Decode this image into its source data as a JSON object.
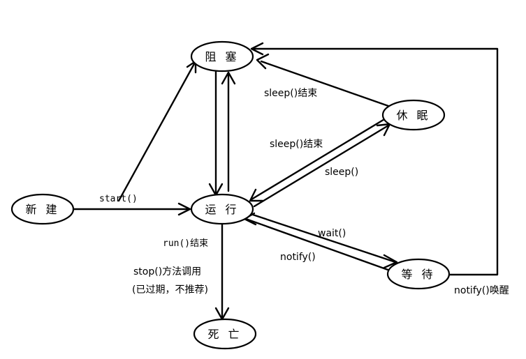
{
  "nodes": {
    "new": "新 建",
    "blocked": "阻 塞",
    "running": "运 行",
    "sleeping": "休 眠",
    "waiting": "等 待",
    "dead": "死 亡"
  },
  "edges": {
    "start": "start()",
    "sleep_end_top": "sleep()结束",
    "sleep_end_mid": "sleep()结束",
    "sleep": "sleep()",
    "wait": "wait()",
    "notify": "notify()",
    "run_end": "run()结束",
    "stop_call": "stop()方法调用",
    "stop_note": "(已过期，不推荐)",
    "notify_wake": "notify()唤醒"
  }
}
